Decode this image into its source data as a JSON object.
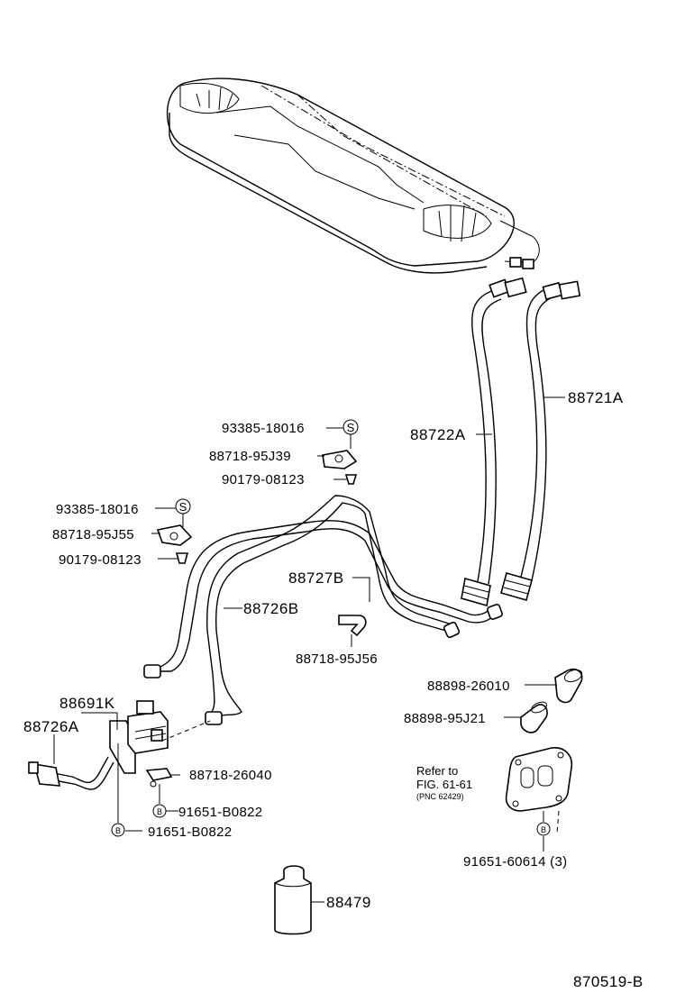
{
  "diagram": {
    "drawing_number": "870519-B",
    "callouts": {
      "p93385_top": "93385-18016",
      "p88718_95J39": "88718-95J39",
      "p90179_top": "90179-08123",
      "p88722A": "88722A",
      "p88721A": "88721A",
      "p93385_mid": "93385-18016",
      "p88718_95J55": "88718-95J55",
      "p90179_mid": "90179-08123",
      "p88727B": "88727B",
      "p88726B": "88726B",
      "p88718_95J56": "88718-95J56",
      "p88898_26010": "88898-26010",
      "p88898_95J21": "88898-95J21",
      "p88691K": "88691K",
      "p88726A": "88726A",
      "p88718_26040": "88718-26040",
      "p91651_B0822_a": "91651-B0822",
      "p91651_B0822_b": "91651-B0822",
      "p91651_60614": "91651-60614 (3)",
      "p88479": "88479"
    },
    "reference": {
      "line1": "Refer to",
      "line2": "FIG. 61-61",
      "line3": "(PNC 62429)"
    },
    "symbols": {
      "s": "S",
      "b": "B"
    }
  }
}
